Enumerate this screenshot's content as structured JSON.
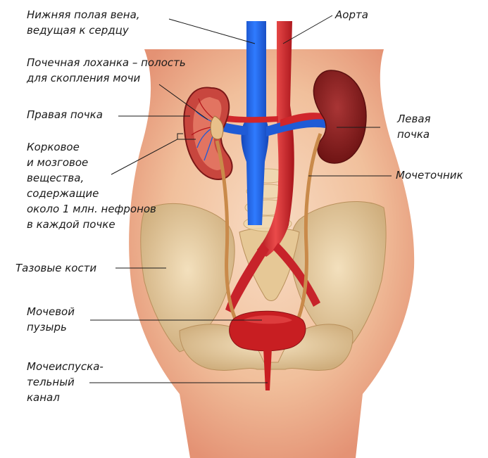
{
  "labels": {
    "ivc": [
      "Нижняя полая вена,",
      "ведущая к сердцу"
    ],
    "aorta": [
      "Аорта"
    ],
    "pelvis_renal": [
      "Почечная лоханка – полость",
      "для скопления мочи"
    ],
    "right_kidney": [
      "Правая почка"
    ],
    "cortex": [
      "Корковое",
      "и мозговое",
      "вещества,",
      "содержащие",
      "около 1 млн. нефронов",
      "в каждой почке"
    ],
    "left_kidney": [
      "Левая",
      "почка"
    ],
    "ureter": [
      "Мочеточник"
    ],
    "pelvic_bones": [
      "Тазовые кости"
    ],
    "bladder": [
      "Мочевой",
      "пузырь"
    ],
    "urethra": [
      "Мочеиспуска-",
      "тельный",
      "канал"
    ]
  },
  "colors": {
    "skin": "#f3c9a8",
    "skin_shadow": "#e9a07a",
    "vein": "#1f5bd6",
    "artery": "#d0262b",
    "kidney": "#8a1f1f",
    "bone": "#e8cfa3",
    "ureter": "#c98a4a",
    "bladder": "#c81e22"
  }
}
